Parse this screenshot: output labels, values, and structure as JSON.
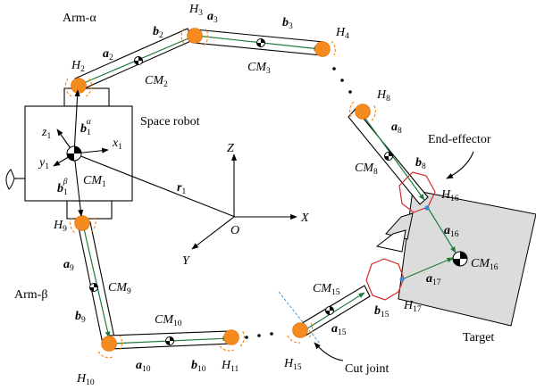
{
  "labels": {
    "arm_alpha": "Arm-α",
    "arm_beta": "Arm-β",
    "space_robot": "Space robot",
    "end_effector": "End-effector",
    "target": "Target",
    "cut_joint": "Cut joint",
    "origin": "O",
    "axis_x": "X",
    "axis_y": "Y",
    "axis_z": "Z",
    "x1": "x",
    "y1": "y",
    "z1": "z",
    "r1": "r",
    "one": "1",
    "alpha": "α",
    "beta": "β",
    "b1": "b",
    "H2": "H",
    "H2s": "2",
    "H3": "H",
    "H3s": "3",
    "H4": "H",
    "H4s": "4",
    "H8": "H",
    "H8s": "8",
    "H9": "H",
    "H9s": "9",
    "H10": "H",
    "H10s": "10",
    "H11": "H",
    "H11s": "11",
    "H15": "H",
    "H15s": "15",
    "H16": "H",
    "H16s": "16",
    "H17": "H",
    "H17s": "17",
    "CM1": "CM",
    "CM1s": "1",
    "CM2": "CM",
    "CM2s": "2",
    "CM3": "CM",
    "CM3s": "3",
    "CM8": "CM",
    "CM8s": "8",
    "CM9": "CM",
    "CM9s": "9",
    "CM10": "CM",
    "CM10s": "10",
    "CM15": "CM",
    "CM15s": "15",
    "CM16": "CM",
    "CM16s": "16",
    "a2": "a",
    "a2s": "2",
    "b2": "b",
    "b2s": "2",
    "a3": "a",
    "a3s": "3",
    "b3": "b",
    "b3s": "3",
    "a8": "a",
    "a8s": "8",
    "b8": "b",
    "b8s": "8",
    "a9": "a",
    "a9s": "9",
    "b9": "b",
    "b9s": "9",
    "a10": "a",
    "a10s": "10",
    "b10": "b",
    "b10s": "10",
    "a15": "a",
    "a15s": "15",
    "b15": "b",
    "b15s": "15",
    "a16": "a",
    "a16s": "16",
    "a17": "a",
    "a17s": "17"
  },
  "colors": {
    "joint": "#f58a1f",
    "vector": "#1e7b3a",
    "cut_line": "#4a9ad8",
    "gripper": "#d42a2a",
    "target_fill": "#dcdcdc"
  }
}
